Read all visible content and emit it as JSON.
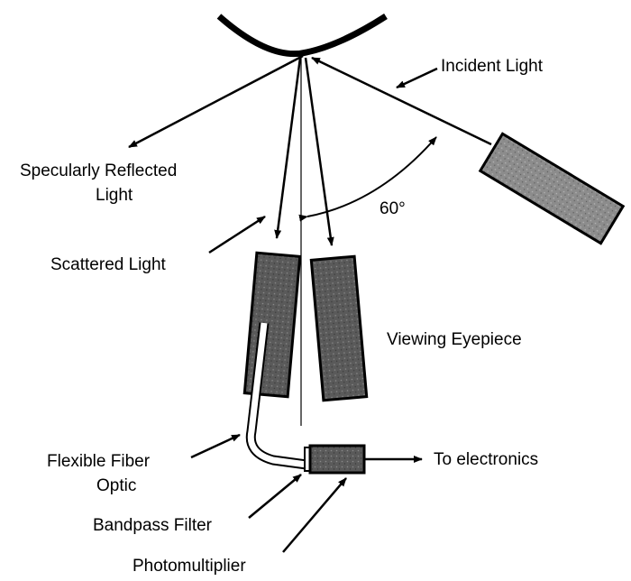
{
  "labels": {
    "incident_light": "Incident Light",
    "specular_line1": "Specularly Reflected",
    "specular_line2": "Light",
    "angle": "60°",
    "scattered_light": "Scattered Light",
    "viewing_eyepiece": "Viewing Eyepiece",
    "fiber_line1": "Flexible Fiber",
    "fiber_line2": "Optic",
    "to_electronics": "To electronics",
    "bandpass_filter": "Bandpass Filter",
    "photomultiplier": "Photomultiplier"
  },
  "colors": {
    "ink": "#000000",
    "component_fill": "#5a5a5a",
    "light_source_fill": "#8c8c8c",
    "background": "#ffffff"
  }
}
